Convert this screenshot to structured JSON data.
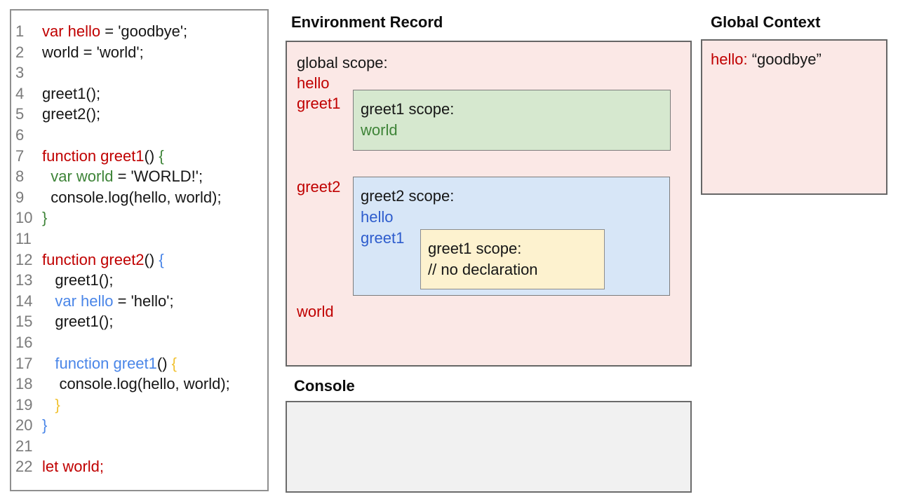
{
  "colors": {
    "code_red": "#c00000",
    "code_green": "#3e8438",
    "code_blue": "#4a86e8",
    "code_yellow": "#f1c232",
    "code_black": "#161616",
    "line_number_gray": "#7a7a7a",
    "env_record_blue": "#2d5ccd",
    "pink_fill": "#fbe8e6",
    "green_fill": "#d6e8cf",
    "blue_fill": "#d7e6f7",
    "yellow_fill": "#fdf2cf",
    "console_fill": "#f1f1f1"
  },
  "code": {
    "lines": [
      {
        "n": "1",
        "seg": [
          {
            "t": "var hello",
            "c": "red"
          },
          {
            "t": " = 'goodbye';",
            "c": "k"
          }
        ]
      },
      {
        "n": "2",
        "seg": [
          {
            "t": "world = 'world';",
            "c": "k"
          }
        ]
      },
      {
        "n": "3",
        "seg": []
      },
      {
        "n": "4",
        "seg": [
          {
            "t": "greet1();",
            "c": "k"
          }
        ]
      },
      {
        "n": "5",
        "seg": [
          {
            "t": "greet2();",
            "c": "k"
          }
        ]
      },
      {
        "n": "6",
        "seg": []
      },
      {
        "n": "7",
        "seg": [
          {
            "t": "function greet1",
            "c": "red"
          },
          {
            "t": "() ",
            "c": "k"
          },
          {
            "t": "{",
            "c": "green"
          }
        ]
      },
      {
        "n": "8",
        "seg": [
          {
            "t": "  ",
            "c": "k"
          },
          {
            "t": "var world",
            "c": "green"
          },
          {
            "t": " = 'WORLD!';",
            "c": "k"
          }
        ]
      },
      {
        "n": "9",
        "seg": [
          {
            "t": "  console.log(hello, world);",
            "c": "k"
          }
        ]
      },
      {
        "n": "10",
        "seg": [
          {
            "t": "}",
            "c": "green"
          }
        ]
      },
      {
        "n": "11",
        "seg": []
      },
      {
        "n": "12",
        "seg": [
          {
            "t": "function greet2",
            "c": "red"
          },
          {
            "t": "() ",
            "c": "k"
          },
          {
            "t": "{",
            "c": "blue"
          }
        ]
      },
      {
        "n": "13",
        "seg": [
          {
            "t": "   greet1();",
            "c": "k"
          }
        ]
      },
      {
        "n": "14",
        "seg": [
          {
            "t": "   ",
            "c": "k"
          },
          {
            "t": "var hello",
            "c": "blue"
          },
          {
            "t": " = 'hello';",
            "c": "k"
          }
        ]
      },
      {
        "n": "15",
        "seg": [
          {
            "t": "   greet1();",
            "c": "k"
          }
        ]
      },
      {
        "n": "16",
        "seg": []
      },
      {
        "n": "17",
        "seg": [
          {
            "t": "   ",
            "c": "k"
          },
          {
            "t": "function greet1",
            "c": "blue"
          },
          {
            "t": "() ",
            "c": "k"
          },
          {
            "t": "{",
            "c": "yellow"
          }
        ]
      },
      {
        "n": "18",
        "seg": [
          {
            "t": "    console.log(hello, world);",
            "c": "k"
          }
        ]
      },
      {
        "n": "19",
        "seg": [
          {
            "t": "   ",
            "c": "k"
          },
          {
            "t": "}",
            "c": "yellow"
          }
        ]
      },
      {
        "n": "20",
        "seg": [
          {
            "t": "}",
            "c": "blue"
          }
        ]
      },
      {
        "n": "21",
        "seg": []
      },
      {
        "n": "22",
        "seg": [
          {
            "t": "let world;",
            "c": "red"
          }
        ]
      }
    ]
  },
  "environment_record": {
    "title": "Environment Record",
    "global_scope_label": "global scope:",
    "bindings": {
      "hello": "hello",
      "greet1": "greet1",
      "greet2": "greet2",
      "world": "world"
    },
    "greet1_scope": {
      "title": "greet1 scope:",
      "binding_world": "world"
    },
    "greet2_scope": {
      "title": "greet2 scope:",
      "binding_hello": "hello",
      "binding_greet1": "greet1",
      "inner_greet1_scope": {
        "title": "greet1 scope:",
        "comment": "// no declaration"
      }
    }
  },
  "global_context": {
    "title": "Global Context",
    "entry_key": "hello:",
    "entry_value": " “goodbye”"
  },
  "console": {
    "title": "Console"
  }
}
